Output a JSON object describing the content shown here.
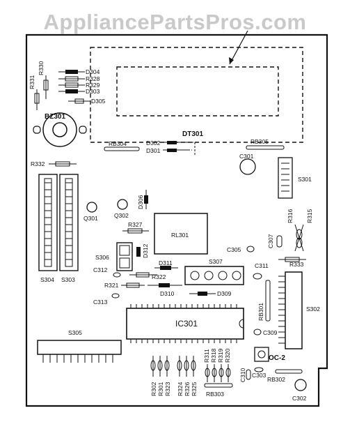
{
  "watermark": "AppliancePartsPros.com",
  "labels": {
    "dt301": "DT301",
    "bz301": "BZ301",
    "rb304": "RB304",
    "rb305": "RB305",
    "d302": "D302",
    "d301": "D301",
    "c301": "C301",
    "s301": "S301",
    "r332": "R332",
    "r331": "R331",
    "r330": "R330",
    "d304": "D304",
    "r328": "R328",
    "r329": "R329",
    "d303": "D303",
    "d305": "D305",
    "q301": "Q301",
    "q302": "Q302",
    "d306": "D306",
    "r327": "R327",
    "rl301": "RL301",
    "s306": "S306",
    "d312": "D312",
    "c312": "C312",
    "d311": "D311",
    "s307": "S307",
    "c305": "C305",
    "c307": "C307",
    "r316": "R316",
    "r315": "R315",
    "r333": "R333",
    "c311": "C311",
    "s304": "S304",
    "s303": "S303",
    "r322": "R322",
    "r321": "R321",
    "d310": "D310",
    "d309": "D309",
    "c313": "C313",
    "rb301": "RB301",
    "s302": "S302",
    "ic301": "IC301",
    "c309": "C309",
    "s305": "S305",
    "oc2": "OC-2",
    "r311": "R311",
    "r318": "R318",
    "r319": "R319",
    "r320": "R320",
    "c310": "C310",
    "c303": "C303",
    "rb302": "RB302",
    "rb303": "RB303",
    "c302": "C302",
    "r302": "R302",
    "r301": "R301",
    "r323": "R323",
    "r324": "R324",
    "r326": "R326",
    "r325": "R325"
  }
}
